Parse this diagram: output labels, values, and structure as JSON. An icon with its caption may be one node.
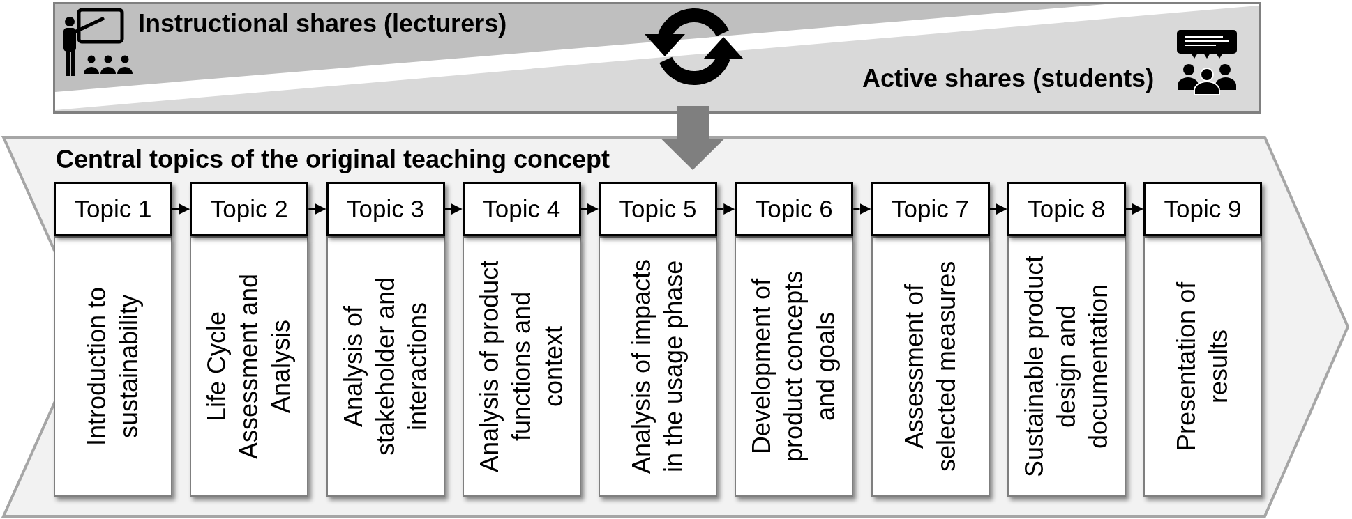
{
  "diagram": {
    "nodes": [
      {
        "text": [],
        "shape": "box"
      },
      {
        "text": [
          "Instructional shares (lecturers)"
        ],
        "in": 0
      },
      {
        "text": [
          "Active shares (students)"
        ],
        "in": 0
      },
      {
        "text": [
          "Central topics of the original teaching concept"
        ]
      },
      {
        "text": [
          "Topic 1"
        ],
        "in": 3
      },
      {
        "text": [
          "Introduction to sustainability"
        ],
        "in": 3
      },
      {
        "text": [
          "Topic 2"
        ],
        "in": 3
      },
      {
        "text": [
          "Life Cycle Assessment and Analysis"
        ],
        "in": 3
      },
      {
        "text": [
          "Topic 3"
        ],
        "in": 3
      },
      {
        "text": [
          "Analysis of stakeholder and interactions"
        ],
        "in": 3
      },
      {
        "text": [
          "Topic 4"
        ],
        "in": 3
      },
      {
        "text": [
          "Analysis of product functions and context"
        ],
        "in": 3
      },
      {
        "text": [
          "Topic 5"
        ],
        "in": 3
      },
      {
        "text": [
          "Analysis of impacts in the usage phase"
        ],
        "in": 3
      },
      {
        "text": [
          "Topic 6"
        ],
        "in": 3
      },
      {
        "text": [
          "Development of product concepts and goals"
        ],
        "in": 3
      },
      {
        "text": [
          "Topic 7"
        ],
        "in": 3
      },
      {
        "text": [
          "Assessment of selected measures"
        ],
        "in": 3
      },
      {
        "text": [
          "Topic 8"
        ],
        "in": 3
      },
      {
        "text": [
          "Sustainable product design and documentation"
        ],
        "in": 3
      },
      {
        "text": [
          "Topic 9"
        ],
        "in": 3
      },
      {
        "text": [
          "Presentation of results"
        ],
        "in": 3
      }
    ],
    "edges": [
      {
        "from": 0,
        "to": 3,
        "arrow": "to",
        "style": "thick",
        "color": "#7f7f7f"
      },
      {
        "from": 4,
        "to": 6,
        "arrow": "to"
      },
      {
        "from": 6,
        "to": 8,
        "arrow": "to"
      },
      {
        "from": 8,
        "to": 10,
        "arrow": "to"
      },
      {
        "from": 10,
        "to": 12,
        "arrow": "to"
      },
      {
        "from": 12,
        "to": 14,
        "arrow": "to"
      },
      {
        "from": 14,
        "to": 16,
        "arrow": "to"
      },
      {
        "from": 16,
        "to": 18,
        "arrow": "to"
      },
      {
        "from": 18,
        "to": 20,
        "arrow": "to"
      }
    ]
  }
}
